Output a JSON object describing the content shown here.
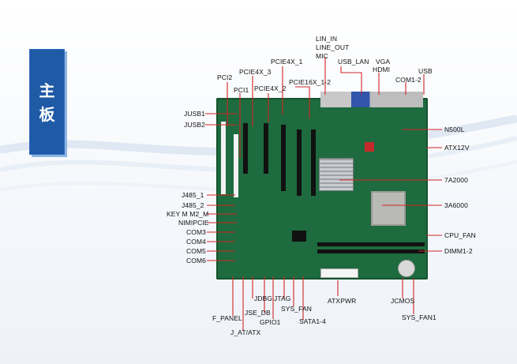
{
  "tab": {
    "chars": [
      "主",
      "板"
    ]
  },
  "labels": {
    "lin_in": "LIN_IN",
    "line_out": "LINE_OUT",
    "mic": "MIC",
    "usb_lan": "USB_LAN",
    "vga": "VGA",
    "hdmi": "HDMI",
    "com1_2": "COM1-2",
    "usb": "USB",
    "pcie4x_1": "PCIE4X_1",
    "pcie4x_3": "PCIE4X_3",
    "pcie4x_2": "PCIE4X_2",
    "pcie16x_1_2": "PCIE16X_1-2",
    "pci2": "PCI2",
    "pci1": "PCI1",
    "jusb1": "JUSB1",
    "jusb2": "JUSB2",
    "j485_1": "J485_1",
    "j485_2": "J485_2",
    "key_m_m2_m": "KEY M M2_M",
    "nimipcie": "NIMIPCIE",
    "com3": "COM3",
    "com4": "COM4",
    "com5": "COM5",
    "com6": "COM6",
    "n500l": "N500L",
    "atx12v": "ATX12V",
    "a7a2000": "7A2000",
    "a3a6000": "3A6000",
    "cpu_fan": "CPU_FAN",
    "dimm1_2": "DIMM1-2",
    "jdbg": "JDBG",
    "jtag": "JTAG",
    "jse_db": "JSE_DB",
    "sys_fan": "SYS_FAN",
    "gpio1": "GPIO1",
    "sata1_4": "SATA1-4",
    "atxpwr": "ATXPWR",
    "f_panel": "F_PANEL",
    "j_at_atx": "J_AT/ATX",
    "jcmos": "JCMOS",
    "sys_fan1": "SYS_FAN1"
  },
  "colors": {
    "tab": "#1f5aa6",
    "board": "#1d6b3e",
    "line": "#d22424"
  }
}
